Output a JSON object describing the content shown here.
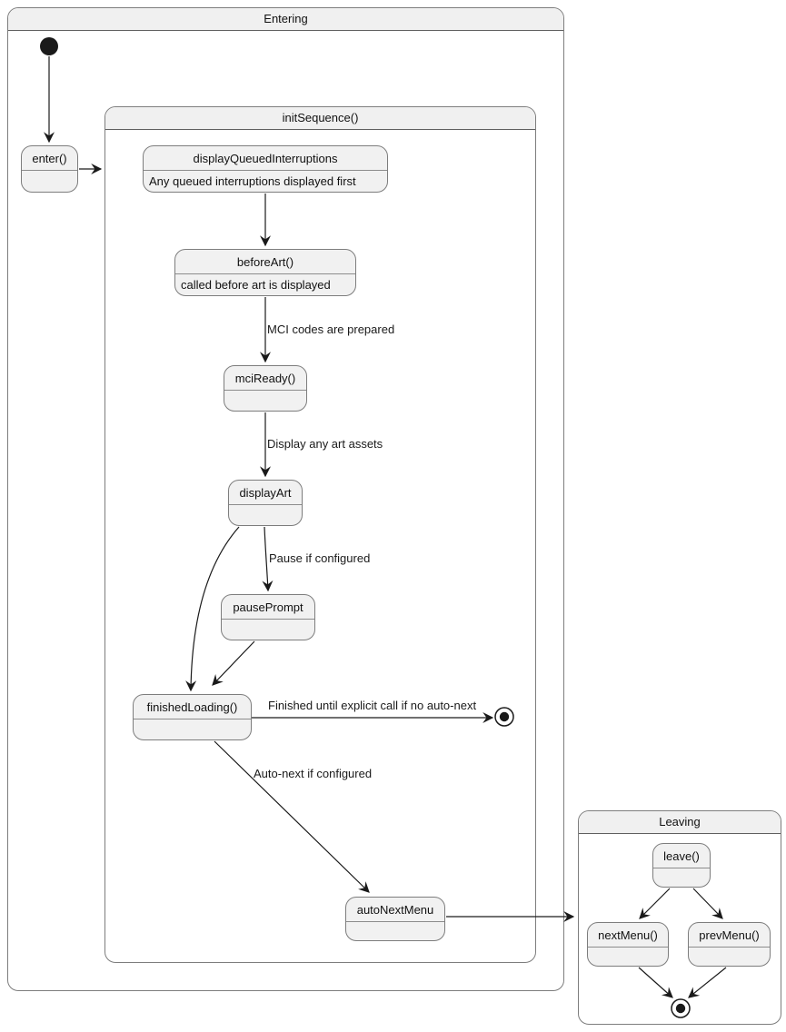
{
  "containers": {
    "entering": {
      "title": "Entering"
    },
    "init_sequence": {
      "title": "initSequence()"
    },
    "leaving": {
      "title": "Leaving"
    }
  },
  "states": {
    "enter": {
      "label": "enter()"
    },
    "display_queued_interruptions": {
      "label": "displayQueuedInterruptions",
      "description": "Any queued interruptions displayed first"
    },
    "before_art": {
      "label": "beforeArt()",
      "description": "called before art is displayed"
    },
    "mci_ready": {
      "label": "mciReady()"
    },
    "display_art": {
      "label": "displayArt"
    },
    "pause_prompt": {
      "label": "pausePrompt"
    },
    "finished_loading": {
      "label": "finishedLoading()"
    },
    "auto_next_menu": {
      "label": "autoNextMenu"
    },
    "leave": {
      "label": "leave()"
    },
    "next_menu": {
      "label": "nextMenu()"
    },
    "prev_menu": {
      "label": "prevMenu()"
    }
  },
  "edge_labels": {
    "mci_codes_prepared": "MCI codes are prepared",
    "display_any_art_assets": "Display any art assets",
    "pause_if_configured": "Pause if configured",
    "finished_until_explicit": "Finished until explicit call if no auto-next",
    "auto_next_if_configured": "Auto-next if configured"
  },
  "colors": {
    "state_fill": "#f1f1f1",
    "state_border": "#7d7d7d",
    "container_border": "#7d7d7d",
    "header_fill": "#f0f0f0",
    "edge": "#1a1a1a",
    "background": "#ffffff",
    "text": "#111111"
  }
}
